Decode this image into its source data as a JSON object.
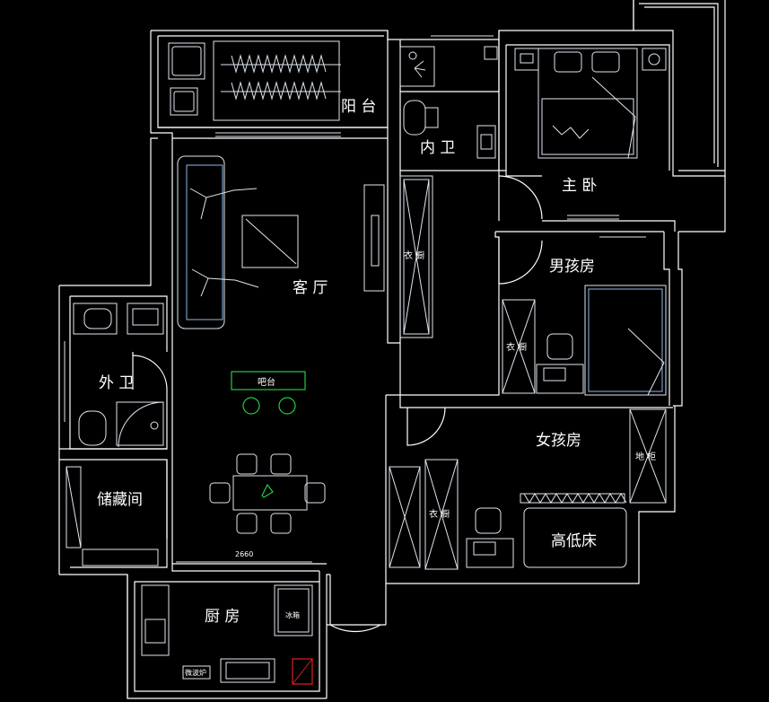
{
  "rooms": {
    "balcony": "阳 台",
    "inner_bath": "内 卫",
    "master_bedroom": "主 卧",
    "living_room": "客 厅",
    "boys_room": "男孩房",
    "outer_bath": "外 卫",
    "bar": "吧台",
    "girls_room": "女孩房",
    "storage": "储藏间",
    "high_low_bed": "高低床",
    "kitchen": "厨 房"
  },
  "furniture": {
    "wardrobe": "衣 橱",
    "floor_cabinet": "地 柜",
    "fridge": "冰箱",
    "microwave": "微波炉"
  },
  "dimensions": {
    "dining_width": "2660"
  },
  "colors": {
    "background": "#000000",
    "wall": "#ffffff",
    "bar_outline": "#22cc44",
    "fridge_outline": "#dd2222",
    "furniture_blue": "#8fb8e8"
  }
}
